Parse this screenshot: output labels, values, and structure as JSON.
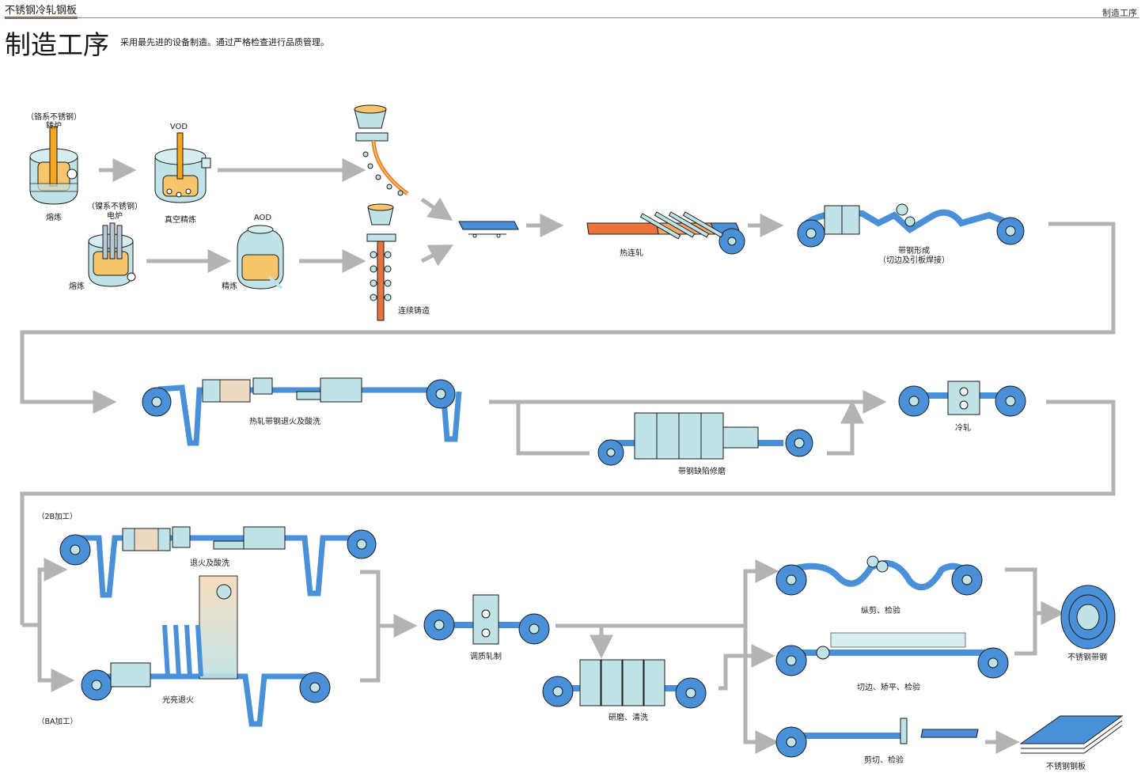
{
  "header": {
    "section": "不锈钢冷轧钢板",
    "right": "制造工序",
    "title": "制造工序",
    "subtitle": "采用最先进的设备制造。通过严格检查进行品质管理。"
  },
  "steps": {
    "chromium_source": "（铬系不锈钢）",
    "converter": "转炉",
    "converter_melt": "熔炼",
    "vod": "VOD",
    "vacuum_refine": "真空精炼",
    "nickel_source": "（镍系不锈钢）",
    "electric_furnace": "电炉",
    "furnace_melt": "熔炼",
    "aod": "AOD",
    "refine": "精炼",
    "continuous_casting": "连续铸造",
    "hot_rolling": "热连轧",
    "strip_forming": "带钢形成",
    "strip_forming_note": "（切边及引板焊接）",
    "hot_strip_anneal_pickle": "热轧带钢退火及酸洗",
    "defect_grinding": "带钢缺陷修磨",
    "cold_rolling": "冷轧",
    "route_2b": "（2B加工）",
    "anneal_pickle": "退火及酸洗",
    "route_ba": "（BA加工）",
    "bright_anneal": "光亮退火",
    "temper_rolling": "调质轧制",
    "grinding_washing": "研磨、清洗",
    "slitting_inspection": "纵剪、检验",
    "trim_level_inspect": "切边、矫平、检验",
    "shear_inspect": "剪切、检验",
    "product_coil": "不锈钢带钢",
    "product_sheet": "不锈钢钢板"
  },
  "colors": {
    "strip_blue": "#4a90d9",
    "equipment_cyan": "#bfe3e6",
    "molten_orange": "#f7c56b",
    "hot_slab": "#e8743b",
    "arrow_gray": "#b3b3b3",
    "accent_blue": "#1d74b8"
  }
}
